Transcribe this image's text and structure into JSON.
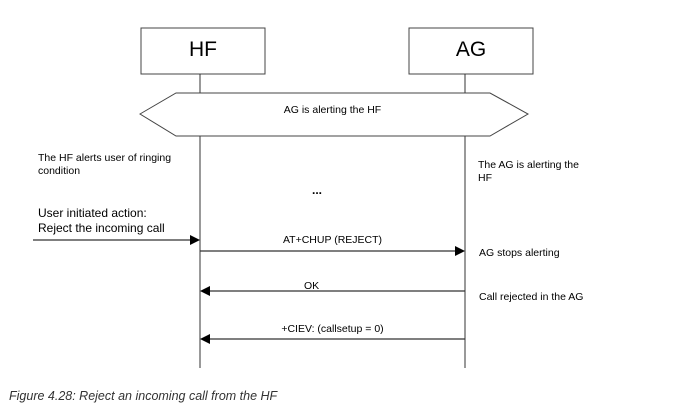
{
  "entities": {
    "hf": "HF",
    "ag": "AG"
  },
  "banner": "AG is alerting the HF",
  "notes": {
    "hf_alerts_line1": "The HF alerts user of ringing",
    "hf_alerts_line2": "condition",
    "ag_alerting_line1": "The AG is alerting the",
    "ag_alerting_line2": "HF",
    "ellipsis": "...",
    "user_action_line1": "User initiated action:",
    "user_action_line2": "Reject the incoming call",
    "ag_stops": "AG stops alerting",
    "call_rejected": "Call rejected in the AG"
  },
  "messages": [
    {
      "label": "AT+CHUP (REJECT)",
      "direction": "HF->AG"
    },
    {
      "label": "OK",
      "direction": "AG->HF"
    },
    {
      "label": "+CIEV: (callsetup = 0)",
      "direction": "AG->HF"
    }
  ],
  "caption": "Figure 4.28: Reject an incoming call from the HF"
}
